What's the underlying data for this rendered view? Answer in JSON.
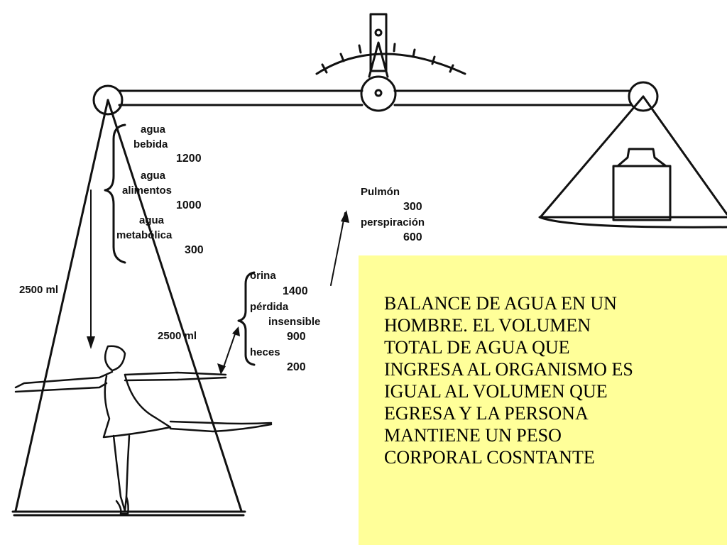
{
  "intake": {
    "total": "2500 ml",
    "water_drink_l1": "agua",
    "water_drink_l2": "bebida",
    "water_drink_val": "1200",
    "water_food_l1": "agua",
    "water_food_l2": "alimentos",
    "water_food_val": "1000",
    "water_meta_l1": "agua",
    "water_meta_l2": "metabólica",
    "water_meta_val": "300"
  },
  "output": {
    "total": "2500 ml",
    "urine_label": "orina",
    "urine_val": "1400",
    "insensible_l1": "pérdida",
    "insensible_l2": "insensible",
    "insensible_val": "900",
    "feces_label": "heces",
    "feces_val": "200",
    "lung_label": "Pulmón",
    "lung_val": "300",
    "sweat_label": "perspiración",
    "sweat_val": "600"
  },
  "note": {
    "text": "BALANCE DE AGUA EN UN\nHOMBRE. EL VOLUMEN\nTOTAL DE AGUA QUE\nINGRESA AL ORGANISMO ES\nIGUAL AL VOLUMEN QUE\nEGRESA Y LA PERSONA\nMANTIENE UN PESO\nCORPORAL COSNTANTE",
    "background": "#ffff99"
  }
}
